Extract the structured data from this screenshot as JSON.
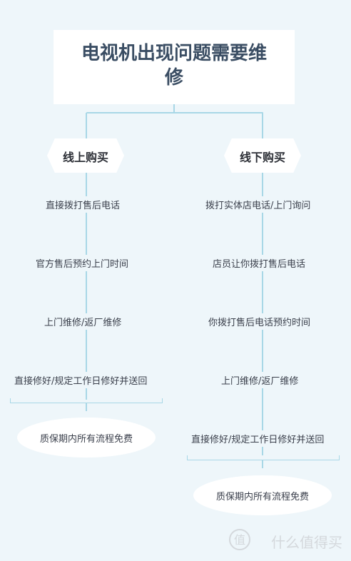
{
  "title": "电视机出现问题需要维修",
  "branches": [
    {
      "label": "线上购买",
      "steps": [
        "直接拨打售后电话",
        "官方售后预约上门时间",
        "上门维修/返厂维修",
        "直接修好/规定工作日修好并送回"
      ],
      "end": "质保期内所有流程免费"
    },
    {
      "label": "线下购买",
      "steps": [
        "拨打实体店电话/上门询问",
        "店员让你拨打售后电话",
        "你拨打售后电话预约时间",
        "上门维修/返厂维修",
        "直接修好/规定工作日修好并送回"
      ],
      "end": "质保期内所有流程免费"
    }
  ],
  "watermark": "值 什么值得买"
}
